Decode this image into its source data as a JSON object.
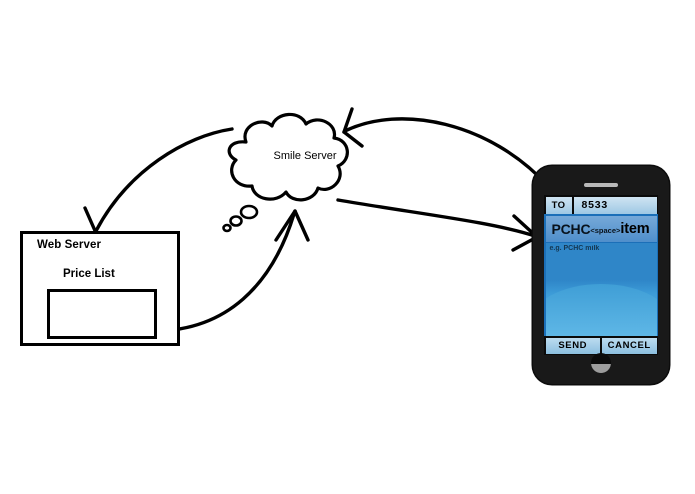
{
  "diagram": {
    "title": "SMS price-lookup system diagram",
    "nodes": {
      "web_server": {
        "label": "Web Server",
        "inner_label": "Price List"
      },
      "cloud": {
        "label": "Smile Server"
      },
      "phone": {
        "to_label": "TO",
        "to_value": "8533",
        "message_prefix": "PCHC",
        "message_space_token": "<space>",
        "message_suffix": "item",
        "hint": "e.g. PCHC milk",
        "send_label": "SEND",
        "cancel_label": "CANCEL"
      }
    },
    "arrows": [
      {
        "name": "cloud-to-web-server",
        "from": "Smile Server",
        "to": "Web Server"
      },
      {
        "name": "phone-to-cloud",
        "from": "Phone",
        "to": "Smile Server"
      },
      {
        "name": "cloud-to-phone",
        "from": "Smile Server",
        "to": "Phone"
      },
      {
        "name": "price-list-to-cloud",
        "from": "Price List",
        "to": "Smile Server"
      }
    ],
    "colors": {
      "stroke": "#000000",
      "background": "#ffffff",
      "phone_body": "#191919",
      "screen_blue": "#2f86c8",
      "field_blue": "#9ec8e4"
    }
  }
}
